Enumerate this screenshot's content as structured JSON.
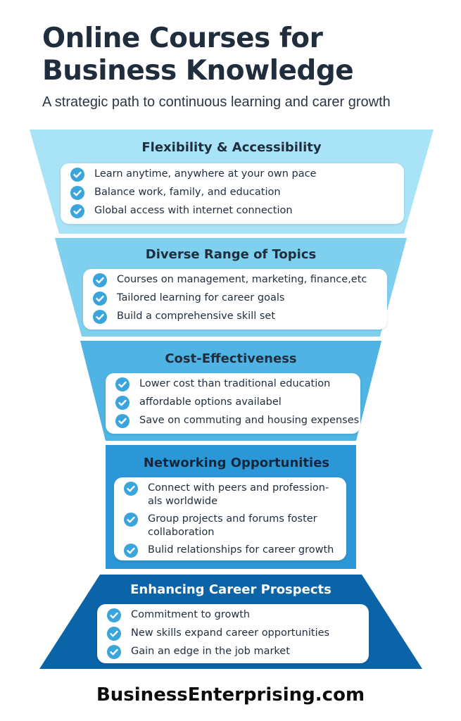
{
  "header": {
    "title_line1": "Online Courses for",
    "title_line2": "Business Knowledge",
    "subtitle": "A strategic path to continuous learning and carer growth"
  },
  "sections": [
    {
      "title": "Flexibility & Accessibility",
      "items": [
        "Learn anytime, anywhere at your own pace",
        "Balance work, family, and education",
        "Global access with internet connection"
      ],
      "color": "#a9e3f7",
      "title_color": "#1f2d3d",
      "check_color": "#3aa5dc"
    },
    {
      "title": "Diverse Range of Topics",
      "items": [
        "Courses on management, marketing, finance,etc",
        "Tailored learning for career goals",
        "Build a comprehensive skill set"
      ],
      "color": "#7fd0ef",
      "title_color": "#1f2d3d",
      "check_color": "#3aa5dc"
    },
    {
      "title": "Cost-Effectiveness",
      "items": [
        "Lower cost than traditional education",
        "affordable options availabel",
        "Save on commuting and housing expenses"
      ],
      "color": "#4fb3e3",
      "title_color": "#1f2d3d",
      "check_color": "#3aa5dc"
    },
    {
      "title": "Networking Opportunities",
      "items": [
        "Connect with peers and profession- als worldwide",
        "Group projects and forums foster collaboration",
        "Bulid relationships for career growth"
      ],
      "color": "#2b97d6",
      "title_color": "#13283d",
      "check_color": "#3aa5dc"
    },
    {
      "title": "Enhancing Career Prospects",
      "items": [
        "Commitment to growth",
        "New skills expand career opportunities",
        "Gain an edge in the job market"
      ],
      "color": "#0b63a8",
      "title_color": "#ffffff",
      "check_color": "#3aa5dc"
    }
  ],
  "footer": {
    "brand": "BusinessEnterprising.com"
  }
}
